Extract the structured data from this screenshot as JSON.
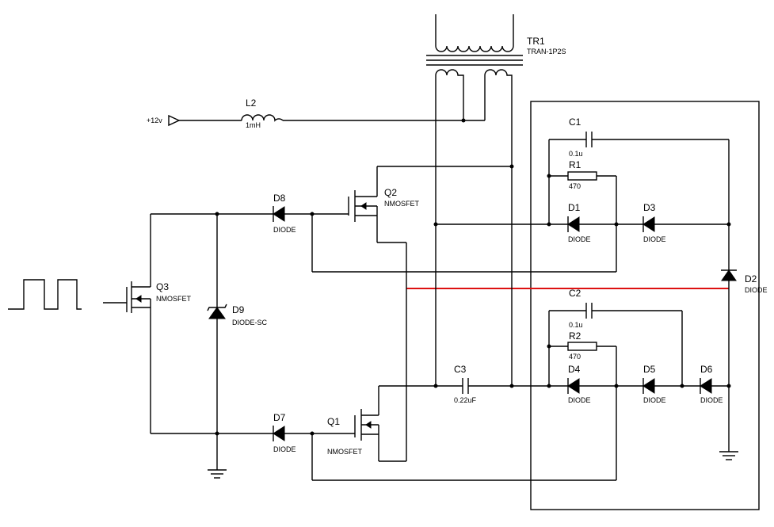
{
  "components": {
    "tr1": {
      "ref": "TR1",
      "value": "TRAN-1P2S"
    },
    "l2": {
      "ref": "L2",
      "value": "1mH"
    },
    "vin": {
      "label": "+12v"
    },
    "c1": {
      "ref": "C1",
      "value": "0.1u"
    },
    "r1": {
      "ref": "R1",
      "value": "470"
    },
    "d1": {
      "ref": "D1",
      "value": "DIODE"
    },
    "d3": {
      "ref": "D3",
      "value": "DIODE"
    },
    "d2": {
      "ref": "D2",
      "value": "DIODE"
    },
    "c2": {
      "ref": "C2",
      "value": "0.1u"
    },
    "r2": {
      "ref": "R2",
      "value": "470"
    },
    "d4": {
      "ref": "D4",
      "value": "DIODE"
    },
    "d5": {
      "ref": "D5",
      "value": "DIODE"
    },
    "d6": {
      "ref": "D6",
      "value": "DIODE"
    },
    "c3": {
      "ref": "C3",
      "value": "0.22uF"
    },
    "d8": {
      "ref": "D8",
      "value": "DIODE"
    },
    "d7": {
      "ref": "D7",
      "value": "DIODE"
    },
    "d9": {
      "ref": "D9",
      "value": "DIODE-SC"
    },
    "q1": {
      "ref": "Q1",
      "value": "NMOSFET"
    },
    "q2": {
      "ref": "Q2",
      "value": "NMOSFET"
    },
    "q3": {
      "ref": "Q3",
      "value": "NMOSFET"
    }
  },
  "colors": {
    "wire": "#000000",
    "highlight": "#dd1111"
  }
}
